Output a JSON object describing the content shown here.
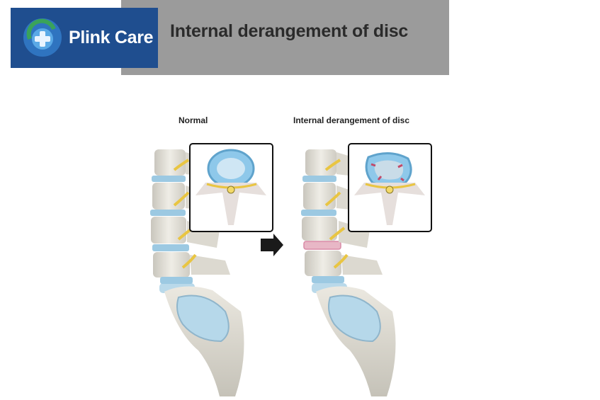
{
  "header": {
    "title": "Internal derangement of disc",
    "bar_color": "#9b9b9b"
  },
  "logo": {
    "text": "Plink Care",
    "icon": "plus-drop-icon",
    "bg_color": "#1f4e8f"
  },
  "figure": {
    "left_caption": "Normal",
    "right_caption": "Internal derangement of disc",
    "arrow_icon": "right-arrow-icon"
  }
}
